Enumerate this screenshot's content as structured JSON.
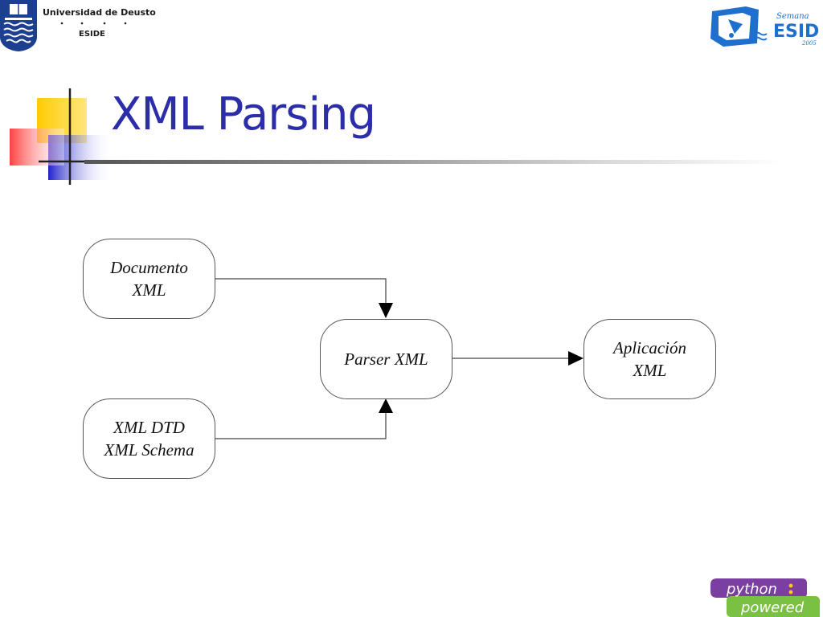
{
  "header": {
    "university_name": "Universidad de Deusto",
    "faculty": "ESIDE",
    "left_logo_icon": "university-shield-icon",
    "right_logo_icon": "semana-eside-logo-icon",
    "right_logo_text": [
      "Semana",
      "ESIDE",
      "2005"
    ]
  },
  "slide": {
    "title": "XML Parsing"
  },
  "diagram": {
    "nodes": [
      {
        "id": "documento-xml",
        "lines": [
          "Documento",
          "XML"
        ]
      },
      {
        "id": "xml-dtd-schema",
        "lines": [
          "XML DTD",
          "XML Schema"
        ]
      },
      {
        "id": "parser-xml",
        "lines": [
          "Parser XML"
        ]
      },
      {
        "id": "aplicacion-xml",
        "lines": [
          "Aplicación",
          "XML"
        ]
      }
    ],
    "edges": [
      {
        "from": "documento-xml",
        "to": "parser-xml"
      },
      {
        "from": "xml-dtd-schema",
        "to": "parser-xml"
      },
      {
        "from": "parser-xml",
        "to": "aplicacion-xml"
      }
    ]
  },
  "footer": {
    "badge_line1": "python",
    "badge_line2": "powered",
    "badge_icon": "python-powered-badge-icon"
  },
  "colors": {
    "title": "#2b2ea8",
    "shield": "#1d3f8f",
    "badge_purple": "#7a3fa0",
    "badge_green": "#79c043"
  }
}
